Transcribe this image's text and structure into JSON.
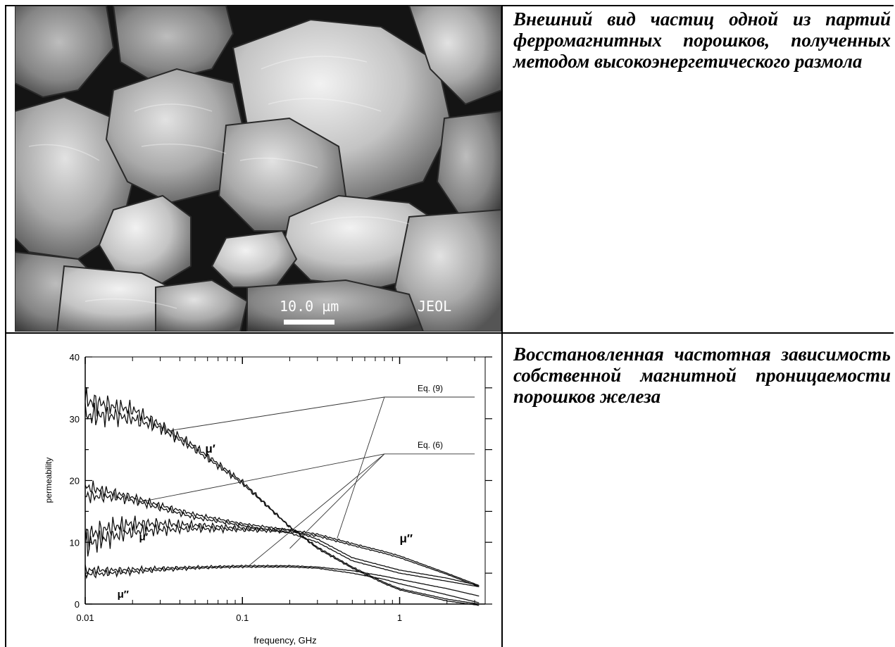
{
  "rows": [
    {
      "caption": "Внешний вид частиц одной из партий ферромагнитных порошков, полученных методом высокоэнергетического размола",
      "image": {
        "kind": "sem-micrograph",
        "scale_label": "10.0 µm",
        "brand_label": "JEOL"
      }
    },
    {
      "caption": "Восстановленная частотная зависимость собственной магнитной проницаемости порошков железа"
    }
  ],
  "chart_data": {
    "type": "line",
    "xlabel": "frequency, GHz",
    "ylabel": "permeability",
    "x_scale": "log",
    "xlim": [
      0.01,
      3.5
    ],
    "ylim": [
      0,
      40
    ],
    "x_ticks": [
      "0.01",
      "0.1",
      "1"
    ],
    "y_ticks": [
      "0",
      "10",
      "20",
      "30",
      "40"
    ],
    "grid": false,
    "annotations": [
      {
        "text": "Eq. (9)",
        "x": 1.3,
        "y": 34.5
      },
      {
        "text": "Eq. (6)",
        "x": 1.3,
        "y": 25.3
      },
      {
        "text": "μ′",
        "x": 0.058,
        "y": 24.5
      },
      {
        "text": "μ′",
        "x": 0.022,
        "y": 10.3
      },
      {
        "text": "μ″",
        "x": 1.0,
        "y": 10.0
      },
      {
        "text": "μ″",
        "x": 0.016,
        "y": 1.0
      }
    ],
    "series": [
      {
        "noise": 2.6,
        "x": [
          0.01,
          0.015,
          0.02,
          0.03,
          0.05,
          0.1,
          0.2,
          0.3,
          0.5,
          0.8,
          1.0,
          2.0,
          3.2
        ],
        "y": [
          33,
          32,
          31.5,
          29,
          25.5,
          19.8,
          12.5,
          9.2,
          6.0,
          3.5,
          2.5,
          0.8,
          0
        ]
      },
      {
        "noise": 2.6,
        "x": [
          0.01,
          0.015,
          0.02,
          0.03,
          0.05,
          0.1,
          0.2,
          0.3,
          0.5,
          0.8,
          1.0,
          2.0,
          3.2
        ],
        "y": [
          30.5,
          30.5,
          30,
          28.5,
          25,
          19.5,
          12.5,
          9.0,
          5.8,
          3.3,
          2.3,
          0.5,
          -0.2
        ]
      },
      {
        "noise": 1.4,
        "x": [
          0.01,
          0.015,
          0.02,
          0.03,
          0.05,
          0.1,
          0.2,
          0.3,
          0.5,
          1.0,
          2.0,
          3.2
        ],
        "y": [
          19,
          18,
          17.3,
          16,
          14.5,
          13,
          12,
          10.5,
          7.5,
          5.5,
          4.2,
          3.0
        ]
      },
      {
        "noise": 1.4,
        "x": [
          0.01,
          0.015,
          0.02,
          0.03,
          0.05,
          0.1,
          0.2,
          0.3,
          0.5,
          1.0,
          2.0,
          3.2
        ],
        "y": [
          17.5,
          17.3,
          16.8,
          15.5,
          14.0,
          12.7,
          11.5,
          10.0,
          7.0,
          5.0,
          3.7,
          2.8
        ]
      },
      {
        "noise": 2.6,
        "x": [
          0.01,
          0.015,
          0.02,
          0.03,
          0.05,
          0.1,
          0.2,
          0.3,
          0.5,
          0.8,
          1.0,
          2.0,
          3.2
        ],
        "y": [
          11,
          12.5,
          13,
          13,
          12.8,
          12.3,
          12,
          11.3,
          9.8,
          8.5,
          7.8,
          5,
          3
        ]
      },
      {
        "noise": 2.6,
        "x": [
          0.01,
          0.015,
          0.02,
          0.03,
          0.05,
          0.1,
          0.2,
          0.3,
          0.5,
          0.8,
          1.0,
          2.0,
          3.2
        ],
        "y": [
          9.5,
          11,
          11.7,
          12,
          12.2,
          12,
          11.7,
          11,
          9.5,
          8.2,
          7.5,
          4.8,
          2.8
        ]
      },
      {
        "noise": 0.9,
        "x": [
          0.01,
          0.015,
          0.02,
          0.03,
          0.05,
          0.1,
          0.2,
          0.3,
          0.5,
          0.8,
          1.0,
          2.0,
          3.2
        ],
        "y": [
          5.5,
          5.5,
          5.6,
          5.8,
          6.0,
          6.2,
          6.2,
          6.0,
          5.4,
          4.5,
          4.0,
          2.5,
          1.3
        ]
      },
      {
        "noise": 0.9,
        "x": [
          0.01,
          0.015,
          0.02,
          0.03,
          0.05,
          0.1,
          0.2,
          0.3,
          0.5,
          0.8,
          1.0,
          2.0,
          3.2
        ],
        "y": [
          4.8,
          5.0,
          5.2,
          5.5,
          5.8,
          6.0,
          6.0,
          5.8,
          5.0,
          4.0,
          3.3,
          1.5,
          0.2
        ]
      }
    ],
    "guide_lines": [
      {
        "x": [
          0.033,
          0.8,
          3.0
        ],
        "y": [
          28.0,
          33.5,
          33.5
        ]
      },
      {
        "x": [
          0.022,
          0.8,
          3.0
        ],
        "y": [
          16.5,
          24.3,
          24.3
        ]
      },
      {
        "x": [
          0.4,
          0.8
        ],
        "y": [
          10.6,
          33.5
        ]
      },
      {
        "x": [
          0.11,
          0.8
        ],
        "y": [
          6.2,
          24.3
        ]
      },
      {
        "x": [
          0.2,
          0.8
        ],
        "y": [
          9.0,
          24.3
        ]
      }
    ]
  }
}
